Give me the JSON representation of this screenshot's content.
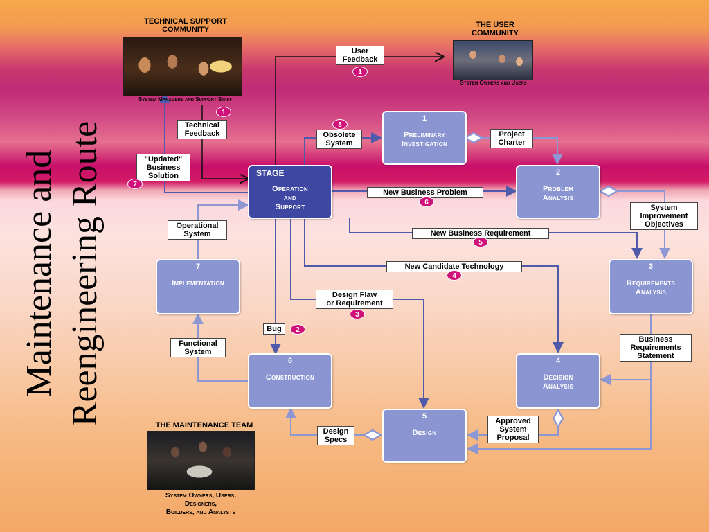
{
  "title": "Maintenance and\nReengineering Route",
  "communities": {
    "tech": {
      "title": "TECHNICAL SUPPORT\nCOMMUNITY",
      "caption": "System Managers and Support Staff"
    },
    "user": {
      "title": "THE USER\nCOMMUNITY",
      "caption": "System Owners and Users"
    },
    "maint": {
      "title": "THE MAINTENANCE TEAM",
      "caption": "System Owners, Users,\nDesigners,\nBuilders, and Analysts"
    }
  },
  "stages": {
    "s1": {
      "num": "1",
      "name": "Preliminary\nInvestigation"
    },
    "s2": {
      "num": "2",
      "name": "Problem\nAnalysis"
    },
    "s3": {
      "num": "3",
      "name": "Requirements\nAnalysis"
    },
    "s4": {
      "num": "4",
      "name": "Decision\nAnalysis"
    },
    "s5": {
      "num": "5",
      "name": "Design"
    },
    "s6": {
      "num": "6",
      "name": "Construction"
    },
    "s7": {
      "num": "7",
      "name": "Implementation"
    },
    "stage": {
      "num": "STAGE",
      "name": "Operation\nand\nSupport"
    }
  },
  "labels": {
    "user_feedback": "User\nFeedback",
    "technical_feedback": "Technical\nFeedback",
    "obsolete_system": "Obsolete\nSystem",
    "updated_solution": "\"Updated\"\nBusiness\nSolution",
    "project_charter": "Project\nCharter",
    "new_business_problem": "New Business Problem",
    "system_improvement": "System\nImprovement\nObjectives",
    "new_business_requirement": "New Business Requirement",
    "operational_system": "Operational\nSystem",
    "new_candidate_technology": "New Candidate Technology",
    "design_flaw": "Design Flaw\nor Requirement",
    "bug": "Bug",
    "functional_system": "Functional\nSystem",
    "business_req_statement": "Business\nRequirements\nStatement",
    "approved_proposal": "Approved\nSystem\nProposal",
    "design_specs": "Design\nSpecs"
  },
  "badges": {
    "b1_user": "1",
    "b1_tech": "1",
    "b8": "8",
    "b7": "7",
    "b6": "6",
    "b5": "5",
    "b4": "4",
    "b3": "3",
    "b2": "2"
  },
  "colors": {
    "stage_box": "#8a95d1",
    "stage_active": "#3e48a2",
    "arrow": "#4f5aab",
    "arrow_light": "#8c97d4",
    "badge": "#d0117a"
  }
}
